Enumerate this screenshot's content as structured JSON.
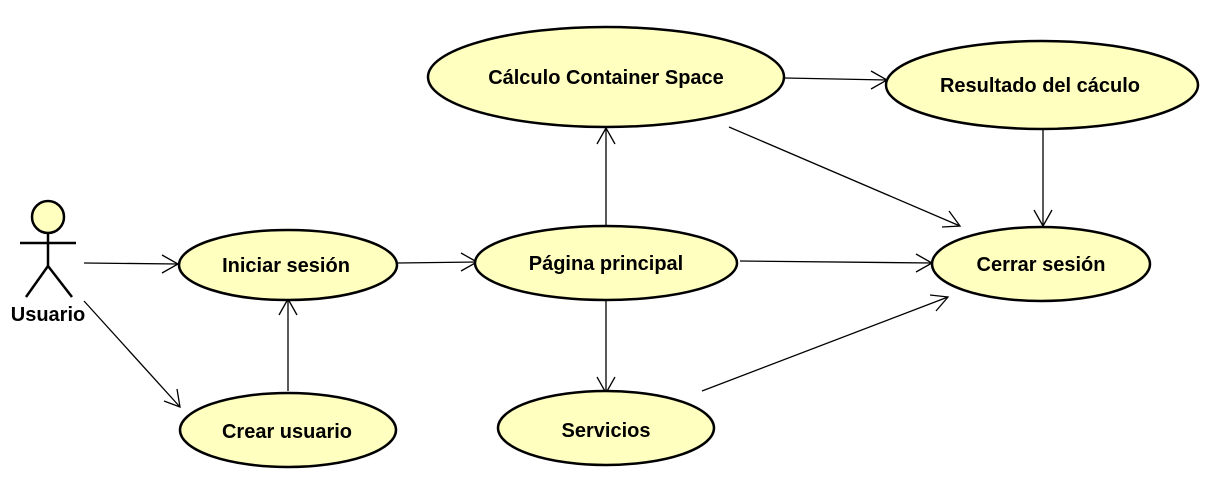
{
  "actor": {
    "label": "Usuario",
    "icon": "stick-figure-actor-icon"
  },
  "use_cases": {
    "iniciar_sesion": "Iniciar sesión",
    "crear_usuario": "Crear usuario",
    "pagina_principal": "Página principal",
    "calculo": "Cálculo Container Space",
    "resultado": "Resultado del cáculo",
    "servicios": "Servicios",
    "cerrar_sesion": "Cerrar sesión"
  },
  "colors": {
    "use_case_fill": "#ffffc0",
    "stroke": "#000000",
    "background": "#ffffff"
  }
}
